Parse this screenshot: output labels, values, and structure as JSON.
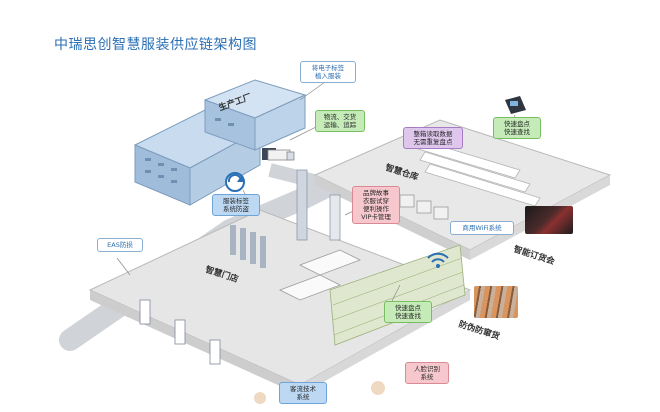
{
  "title": "中瑞思创智慧服装供应链架构图",
  "callouts": {
    "rfid_tag": "将电子标签\n植入服装",
    "logistics": "物流、交货\n运输、追踪",
    "warehouse_collect": "整箱读取数据\n无需重复盘点",
    "fast_count_top": "快速盘点\n快速查找",
    "brand_story": "品牌故事\n衣服试穿\n便利操作\nVIP卡管理",
    "wifi": "商用WiFi系统",
    "tag_alarm": "服装标签\n系统防盗",
    "eas": "EAS防损",
    "fast_count_store": "快速盘点\n快速查找",
    "face_id": "人脸识别\n系统",
    "people_count": "客流技术\n系统"
  },
  "zones": {
    "factory": "生产工厂",
    "warehouse": "智慧仓库",
    "store": "智慧门店",
    "ordering": "智能订货会",
    "anti_counterfeit": "防伪防窜货"
  },
  "colors": {
    "title": "#2b6fb4",
    "building": "#bcd3ea",
    "platform": "#e4e4e4",
    "road": "#cfd2d6"
  }
}
